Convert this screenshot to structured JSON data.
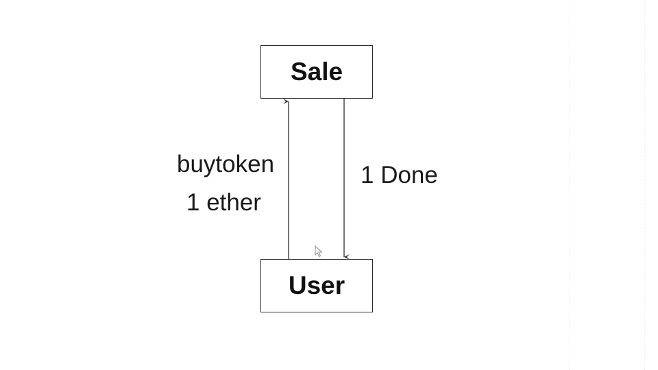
{
  "diagram": {
    "nodes": [
      {
        "id": "sale",
        "label": "Sale"
      },
      {
        "id": "user",
        "label": "User"
      }
    ],
    "edges": [
      {
        "from": "user",
        "to": "sale",
        "label_lines": [
          "buytoken",
          "1 ether"
        ]
      },
      {
        "from": "sale",
        "to": "user",
        "label_lines": [
          "1 Done"
        ]
      }
    ]
  },
  "colors": {
    "stroke": "#2b2b2b",
    "text": "#111111",
    "background": "#ffffff"
  },
  "icons": {
    "cursor": "mouse-pointer-icon"
  }
}
